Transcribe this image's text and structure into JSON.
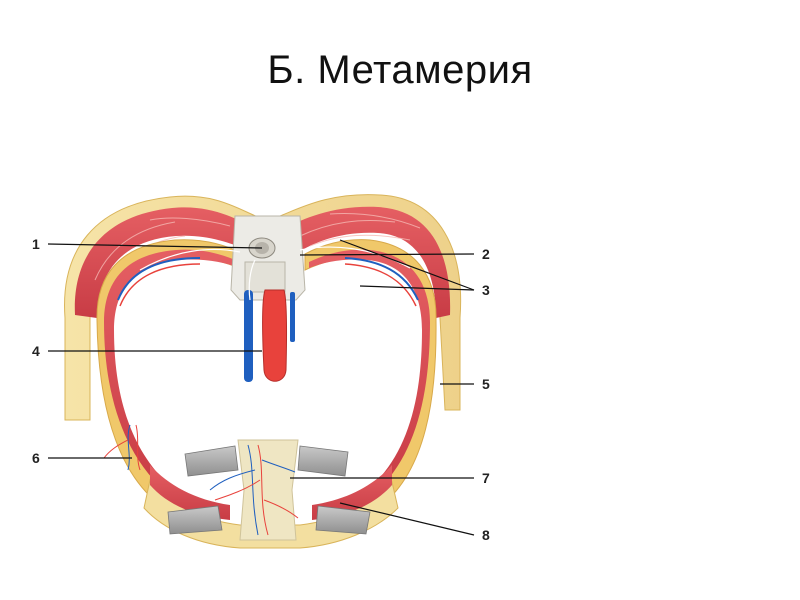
{
  "slide": {
    "title": "Б. Метамерия"
  },
  "labels": [
    "1",
    "2",
    "3",
    "4",
    "5",
    "6",
    "7",
    "8"
  ],
  "colors": {
    "muscle": "#e0545a",
    "muscle_dark": "#c23b43",
    "skin": "#f3dfa0",
    "skin_edge": "#e8c46a",
    "fat": "#f7e9b8",
    "bone": "#efe6c3",
    "cartilage": "#a9a9a9",
    "artery": "#e8423c",
    "vein": "#1f5fbf",
    "nerve": "#ffffff",
    "leader": "#111111"
  }
}
